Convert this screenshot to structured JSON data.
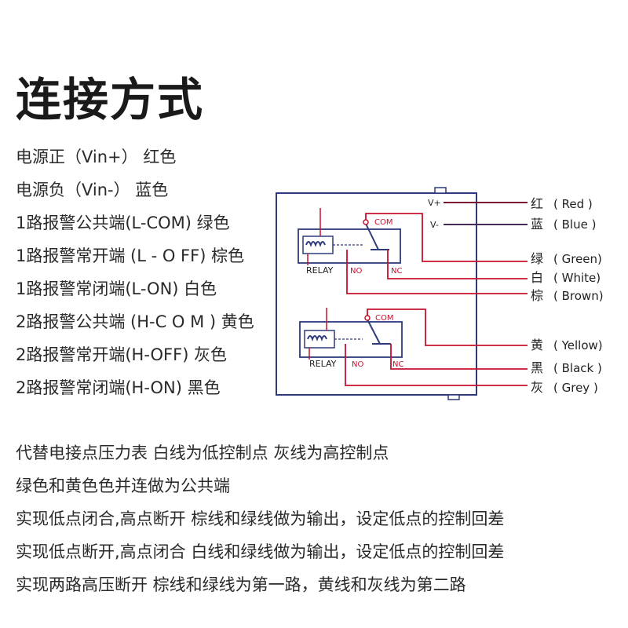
{
  "title": "连接方式",
  "wire_list": [
    "电源正（Vin+） 红色",
    "电源负（Vin-）  蓝色",
    "1路报警公共端(L-COM)  绿色",
    "1路报警常开端 (L - O FF) 棕色",
    "1路报警常闭端(L-ON) 白色",
    "2路报警公共端 (H-C O M ) 黄色",
    "2路报警常开端(H-OFF) 灰色",
    "2路报警常闭端(H-ON) 黑色"
  ],
  "diagram": {
    "power_plus": "V+",
    "power_minus": "V-",
    "relay1": {
      "com": "COM",
      "relay": "RELAY",
      "no": "NO",
      "nc": "NC"
    },
    "relay2": {
      "com": "COM",
      "relay": "RELAY",
      "no": "NO",
      "nc": "NC"
    },
    "wires": [
      {
        "zh": "红",
        "en": "( Red )",
        "color": "#8b1a2e"
      },
      {
        "zh": "蓝",
        "en": "( Blue )",
        "color": "#3a2a6a"
      },
      {
        "zh": "绿",
        "en": "( Green)",
        "color": "#8b1a2e"
      },
      {
        "zh": "白",
        "en": "( White)",
        "color": "#8b1a2e"
      },
      {
        "zh": "棕",
        "en": "( Brown)",
        "color": "#8b1a2e"
      },
      {
        "zh": "黄",
        "en": "( Yellow)",
        "color": "#8b1a2e"
      },
      {
        "zh": "黑",
        "en": "( Black )",
        "color": "#8b1a2e"
      },
      {
        "zh": "灰",
        "en": "( Grey )",
        "color": "#8b1a2e"
      }
    ],
    "colors": {
      "box": "#2e3a7a",
      "wire": "#c8102e",
      "wire_dark": "#7a1030"
    }
  },
  "notes": [
    "代替电接点压力表 白线为低控制点 灰线为高控制点",
    "绿色和黄色色并连做为公共端",
    "实现低点闭合,高点断开 棕线和绿线做为输出，设定低点的控制回差",
    "实现低点断开,高点闭合 白线和绿线做为输出，设定低点的控制回差",
    "实现两路高压断开 棕线和绿线为第一路，黄线和灰线为第二路"
  ]
}
